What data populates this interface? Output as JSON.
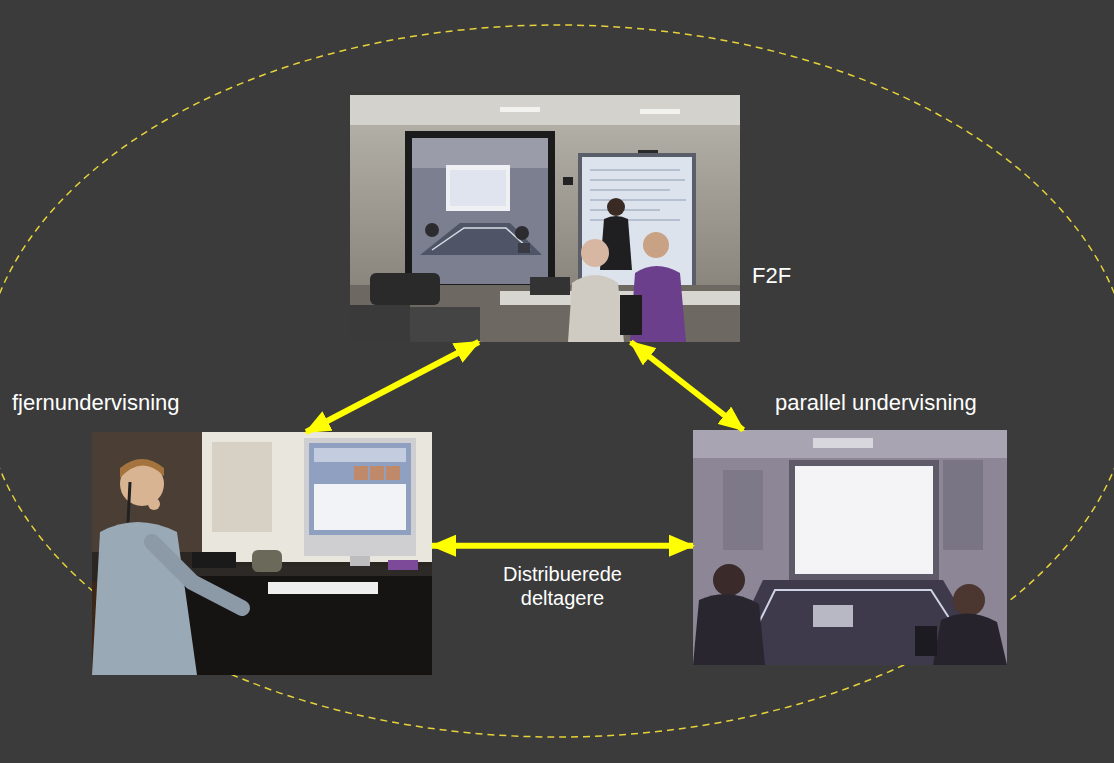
{
  "diagram": {
    "nodes": [
      {
        "text": [
          "F2F"
        ]
      },
      {
        "text": [
          "fjernundervisning"
        ]
      },
      {
        "text": [
          "parallel undervisning"
        ]
      }
    ],
    "edges": [
      {
        "from": 0,
        "to": 1,
        "arrow": "both"
      },
      {
        "from": 0,
        "to": 2,
        "arrow": "both"
      },
      {
        "from": 1,
        "to": 2,
        "arrow": "both",
        "label": "Distribuerede deltagere"
      }
    ]
  }
}
